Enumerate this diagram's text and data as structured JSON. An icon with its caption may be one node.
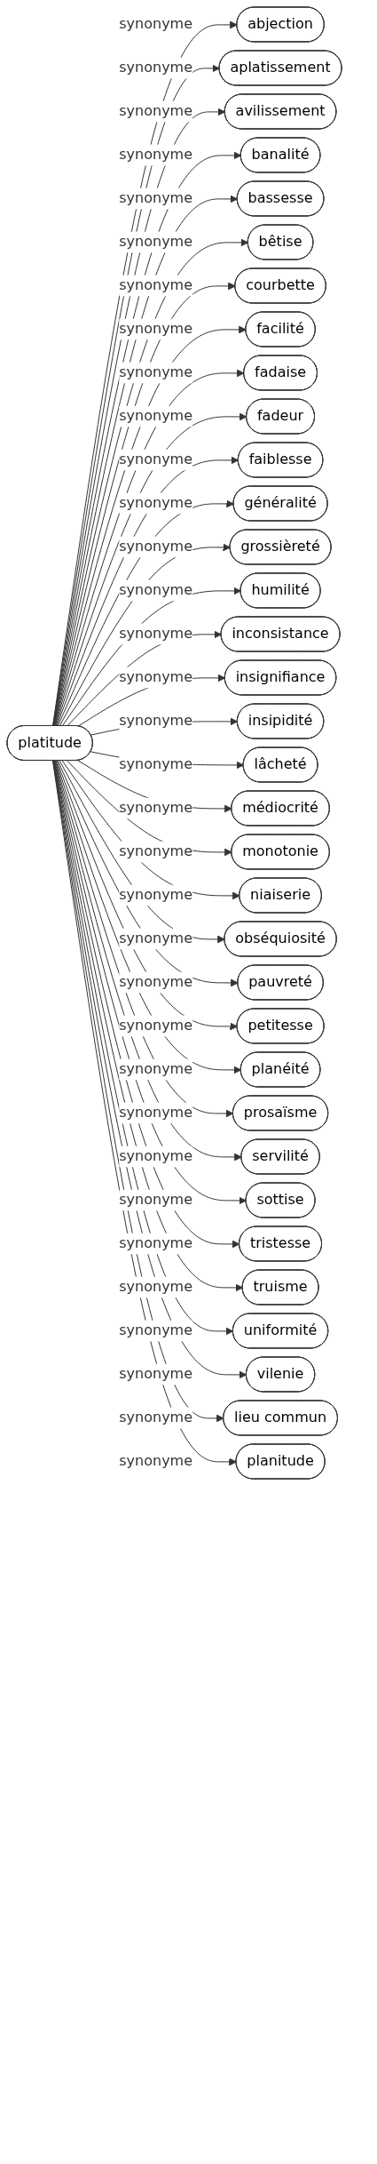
{
  "diagram": {
    "nodes": [
      {
        "text": [
          "platitude"
        ]
      },
      {
        "text": [
          "abjection"
        ]
      },
      {
        "text": [
          "aplatissement"
        ]
      },
      {
        "text": [
          "avilissement"
        ]
      },
      {
        "text": [
          "banalité"
        ]
      },
      {
        "text": [
          "bassesse"
        ]
      },
      {
        "text": [
          "bêtise"
        ]
      },
      {
        "text": [
          "courbette"
        ]
      },
      {
        "text": [
          "facilité"
        ]
      },
      {
        "text": [
          "fadaise"
        ]
      },
      {
        "text": [
          "fadeur"
        ]
      },
      {
        "text": [
          "faiblesse"
        ]
      },
      {
        "text": [
          "généralité"
        ]
      },
      {
        "text": [
          "grossièreté"
        ]
      },
      {
        "text": [
          "humilité"
        ]
      },
      {
        "text": [
          "inconsistance"
        ]
      },
      {
        "text": [
          "insignifiance"
        ]
      },
      {
        "text": [
          "insipidité"
        ]
      },
      {
        "text": [
          "lâcheté"
        ]
      },
      {
        "text": [
          "médiocrité"
        ]
      },
      {
        "text": [
          "monotonie"
        ]
      },
      {
        "text": [
          "niaiserie"
        ]
      },
      {
        "text": [
          "obséquiosité"
        ]
      },
      {
        "text": [
          "pauvreté"
        ]
      },
      {
        "text": [
          "petitesse"
        ]
      },
      {
        "text": [
          "planéité"
        ]
      },
      {
        "text": [
          "prosaïsme"
        ]
      },
      {
        "text": [
          "servilité"
        ]
      },
      {
        "text": [
          "sottise"
        ]
      },
      {
        "text": [
          "tristesse"
        ]
      },
      {
        "text": [
          "truisme"
        ]
      },
      {
        "text": [
          "uniformité"
        ]
      },
      {
        "text": [
          "vilenie"
        ]
      },
      {
        "text": [
          "lieu commun"
        ]
      },
      {
        "text": [
          "planitude"
        ]
      }
    ],
    "edges": [
      {
        "from": 0,
        "to": 1,
        "arrow": "to",
        "label": "synonyme"
      },
      {
        "from": 0,
        "to": 2,
        "arrow": "to",
        "label": "synonyme"
      },
      {
        "from": 0,
        "to": 3,
        "arrow": "to",
        "label": "synonyme"
      },
      {
        "from": 0,
        "to": 4,
        "arrow": "to",
        "label": "synonyme"
      },
      {
        "from": 0,
        "to": 5,
        "arrow": "to",
        "label": "synonyme"
      },
      {
        "from": 0,
        "to": 6,
        "arrow": "to",
        "label": "synonyme"
      },
      {
        "from": 0,
        "to": 7,
        "arrow": "to",
        "label": "synonyme"
      },
      {
        "from": 0,
        "to": 8,
        "arrow": "to",
        "label": "synonyme"
      },
      {
        "from": 0,
        "to": 9,
        "arrow": "to",
        "label": "synonyme"
      },
      {
        "from": 0,
        "to": 10,
        "arrow": "to",
        "label": "synonyme"
      },
      {
        "from": 0,
        "to": 11,
        "arrow": "to",
        "label": "synonyme"
      },
      {
        "from": 0,
        "to": 12,
        "arrow": "to",
        "label": "synonyme"
      },
      {
        "from": 0,
        "to": 13,
        "arrow": "to",
        "label": "synonyme"
      },
      {
        "from": 0,
        "to": 14,
        "arrow": "to",
        "label": "synonyme"
      },
      {
        "from": 0,
        "to": 15,
        "arrow": "to",
        "label": "synonyme"
      },
      {
        "from": 0,
        "to": 16,
        "arrow": "to",
        "label": "synonyme"
      },
      {
        "from": 0,
        "to": 17,
        "arrow": "to",
        "label": "synonyme"
      },
      {
        "from": 0,
        "to": 18,
        "arrow": "to",
        "label": "synonyme"
      },
      {
        "from": 0,
        "to": 19,
        "arrow": "to",
        "label": "synonyme"
      },
      {
        "from": 0,
        "to": 20,
        "arrow": "to",
        "label": "synonyme"
      },
      {
        "from": 0,
        "to": 21,
        "arrow": "to",
        "label": "synonyme"
      },
      {
        "from": 0,
        "to": 22,
        "arrow": "to",
        "label": "synonyme"
      },
      {
        "from": 0,
        "to": 23,
        "arrow": "to",
        "label": "synonyme"
      },
      {
        "from": 0,
        "to": 24,
        "arrow": "to",
        "label": "synonyme"
      },
      {
        "from": 0,
        "to": 25,
        "arrow": "to",
        "label": "synonyme"
      },
      {
        "from": 0,
        "to": 26,
        "arrow": "to",
        "label": "synonyme"
      },
      {
        "from": 0,
        "to": 27,
        "arrow": "to",
        "label": "synonyme"
      },
      {
        "from": 0,
        "to": 28,
        "arrow": "to",
        "label": "synonyme"
      },
      {
        "from": 0,
        "to": 29,
        "arrow": "to",
        "label": "synonyme"
      },
      {
        "from": 0,
        "to": 30,
        "arrow": "to",
        "label": "synonyme"
      },
      {
        "from": 0,
        "to": 31,
        "arrow": "to",
        "label": "synonyme"
      },
      {
        "from": 0,
        "to": 32,
        "arrow": "to",
        "label": "synonyme"
      },
      {
        "from": 0,
        "to": 33,
        "arrow": "to",
        "label": "synonyme"
      },
      {
        "from": 0,
        "to": 34,
        "arrow": "to",
        "label": "synonyme"
      }
    ]
  }
}
